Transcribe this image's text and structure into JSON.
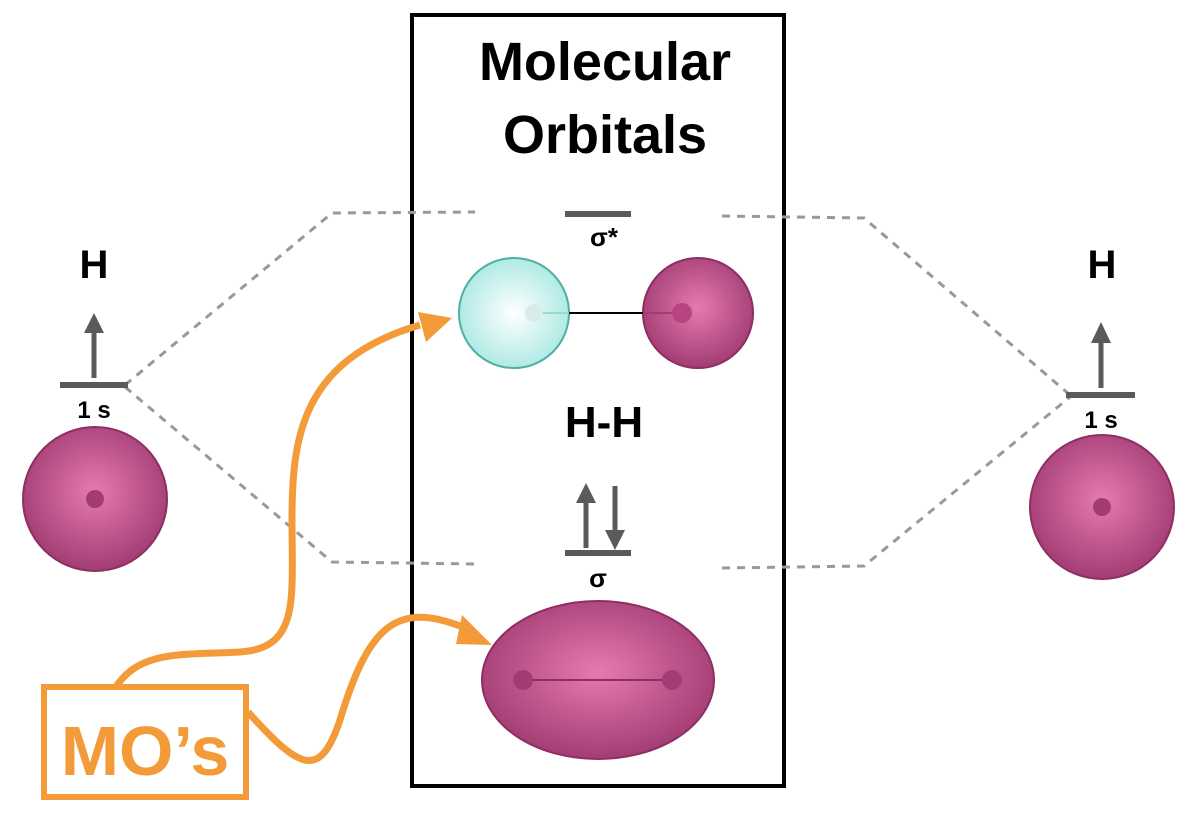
{
  "title_line1": "Molecular",
  "title_line2": "Orbitals",
  "left_atom": {
    "label": "H",
    "orbital": "1 s"
  },
  "right_atom": {
    "label": "H",
    "orbital": "1 s"
  },
  "antibonding": {
    "label": "σ*"
  },
  "bonding": {
    "label": "σ"
  },
  "molecule_label": "H-H",
  "callout": "MO’s",
  "colors": {
    "accent": "#F29B38",
    "atom": "#B0427D",
    "antibonding_lobe": "#BFEFEA",
    "level": "#5A5A5A"
  }
}
